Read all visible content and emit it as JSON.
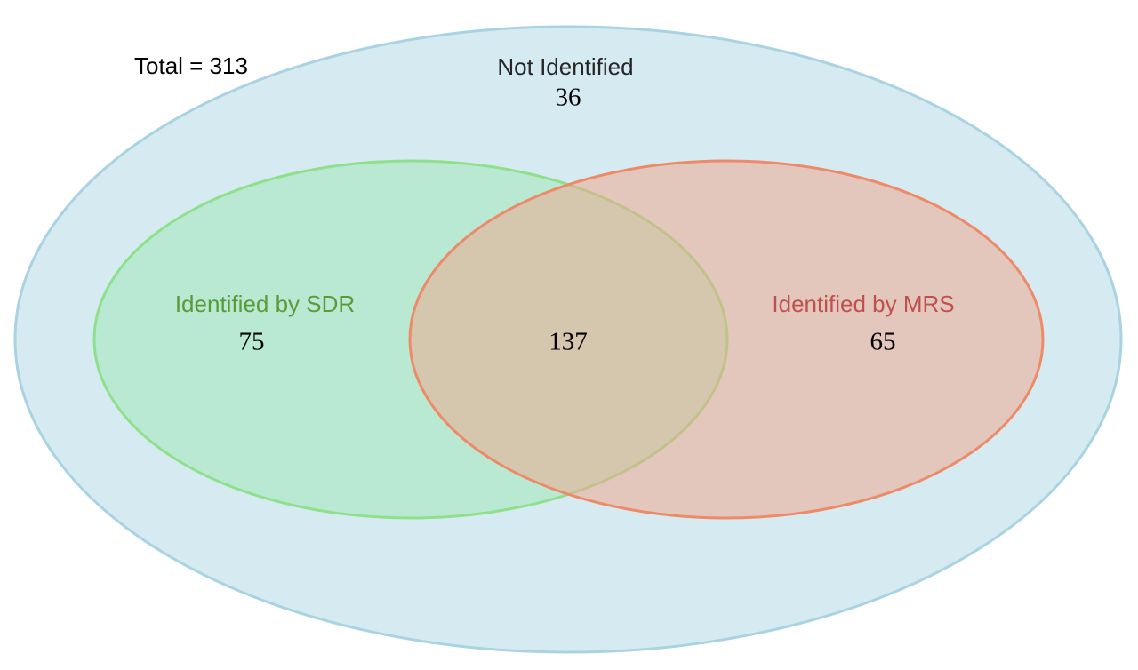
{
  "total": {
    "label": "Total = 313"
  },
  "regions": {
    "not_identified": {
      "label": "Not Identified",
      "count": "36"
    },
    "sdr_only": {
      "label": "Identified by SDR",
      "count": "75"
    },
    "both": {
      "count": "137"
    },
    "mrs_only": {
      "label": "Identified by MRS",
      "count": "65"
    }
  },
  "colors": {
    "outer_fill": "#d5ebf1",
    "outer_stroke": "#a9d3e2",
    "sdr_fill": "#9ee8b6",
    "sdr_stroke": "#8fe08a",
    "sdr_text": "#5a9a38",
    "mrs_fill": "#f2a48a",
    "mrs_stroke": "#ef8a68",
    "mrs_text": "#c0504d"
  }
}
